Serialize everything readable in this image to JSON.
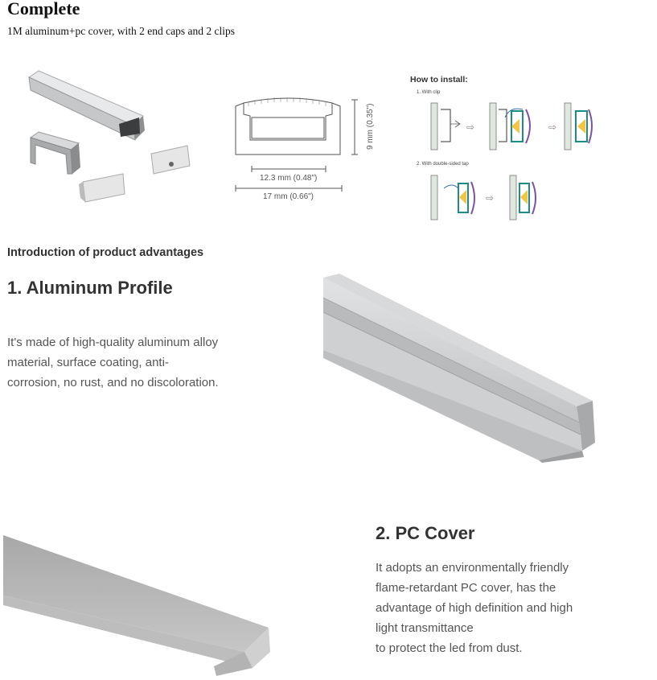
{
  "complete": {
    "title": "Complete",
    "subtitle": "1M aluminum+pc cover, with 2 end caps and 2 clips"
  },
  "dims": {
    "height_label": "9 mm (0.35\")",
    "inner_width_label": "12.3 mm (0.48\")",
    "outer_width_label": "17 mm (0.66\")"
  },
  "install": {
    "title": "How to install:",
    "step1": "1. With clip",
    "step2": "2. With double-sided tap"
  },
  "intro": {
    "heading": "Introduction of product advantages"
  },
  "section1": {
    "heading": "1. Aluminum Profile",
    "lines": [
      "It's made of high-quality aluminum alloy",
      "material, surface coating, anti-",
      "corrosion, no rust, and no discoloration."
    ]
  },
  "section2": {
    "heading": "2. PC Cover",
    "lines": [
      "It adopts an environmentally friendly",
      "flame-retardant PC cover, has the",
      "advantage of high definition and high",
      "light transmittance",
      "to protect the led from dust."
    ]
  },
  "colors": {
    "text": "#333333",
    "body_text": "#555555",
    "line_art": "#555555",
    "aluminum": "#c9cbcc",
    "pc_cover": "#b5b5b5",
    "install_blue": "#3a6fb0",
    "install_teal": "#1e8c86",
    "install_purple": "#7b52a6",
    "led_yellow": "#f2c542"
  }
}
